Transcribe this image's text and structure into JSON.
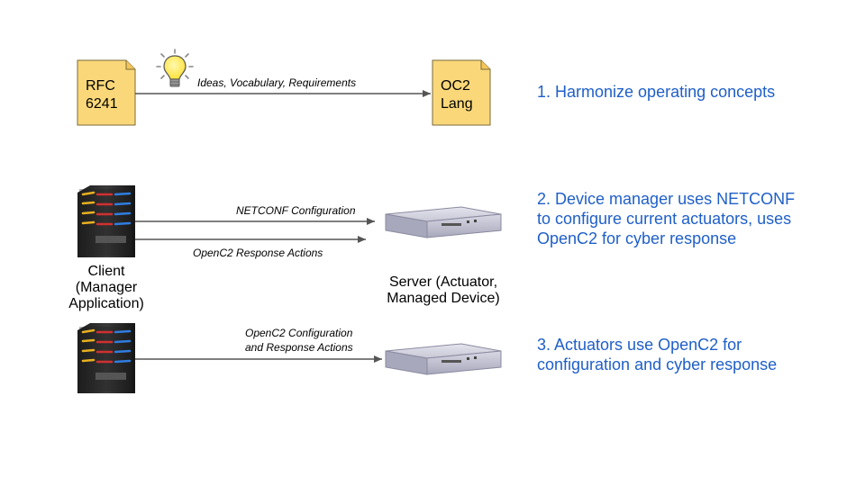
{
  "row1": {
    "source_doc": {
      "line1": "RFC",
      "line2": "6241"
    },
    "target_doc": {
      "line1": "OC2",
      "line2": "Lang"
    },
    "arrow_label": "Ideas, Vocabulary, Requirements",
    "icon": "lightbulb-icon",
    "step": "1. Harmonize operating concepts"
  },
  "row2": {
    "arrow1_label": "NETCONF Configuration",
    "arrow2_label": "OpenC2 Response Actions",
    "client_caption": [
      "Client",
      "(Manager",
      "Application)"
    ],
    "server_caption": [
      "Server (Actuator,",
      "Managed Device)"
    ],
    "step": [
      "2. Device manager uses NETCONF",
      "to configure current actuators, uses",
      "OpenC2 for cyber response"
    ]
  },
  "row3": {
    "arrow_label": [
      "OpenC2 Configuration",
      "and Response Actions"
    ],
    "step": [
      "3. Actuators use OpenC2 for",
      "configuration and cyber response"
    ]
  },
  "colors": {
    "doc_fill": "#fad87a",
    "doc_stroke": "#7a6a3a",
    "arrow": "#555555",
    "step_text": "#1f5fc8",
    "bulb": "#ffe23a"
  },
  "icons": [
    "document-icon",
    "lightbulb-icon",
    "server-tower-icon",
    "rack-appliance-icon"
  ]
}
